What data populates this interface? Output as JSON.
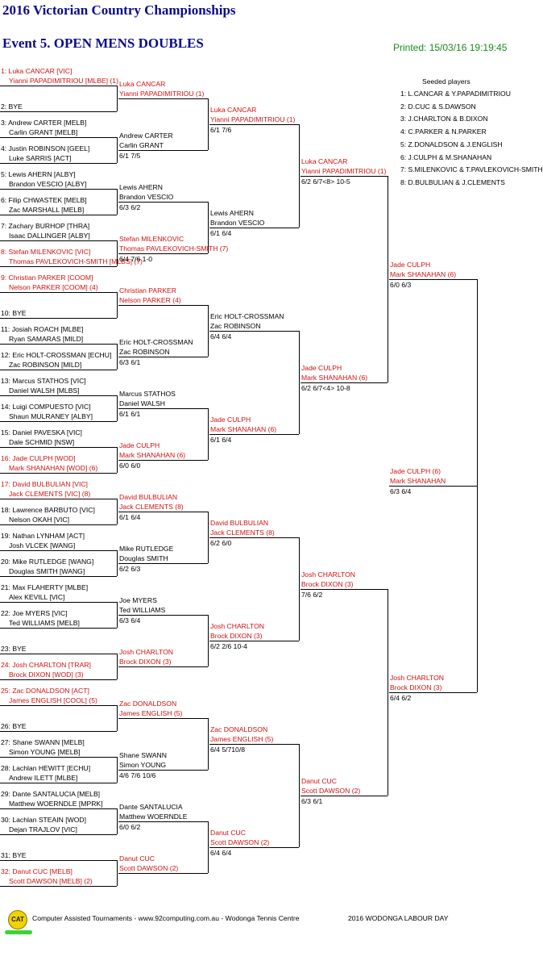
{
  "header": {
    "title": "2016 Victorian Country Championships",
    "event": "Event 5. OPEN MENS DOUBLES",
    "printed": "Printed: 15/03/16 19:19:45"
  },
  "draw": {
    "round1": [
      {
        "n": 1,
        "red": true,
        "l1": "1: Luka CANCAR [VIC]",
        "l2": "Yianni PAPADIMITRIOU [MLBE] (1)"
      },
      {
        "n": 2,
        "red": false,
        "l1": "",
        "l2": "2: BYE"
      },
      {
        "n": 3,
        "red": false,
        "l1": "3: Andrew CARTER [MELB]",
        "l2": "Carlin GRANT [MELB]"
      },
      {
        "n": 4,
        "red": false,
        "l1": "4: Justin ROBINSON [GEEL]",
        "l2": "Luke SARRIS [ACT]"
      },
      {
        "n": 5,
        "red": false,
        "l1": "5: Lewis AHERN [ALBY]",
        "l2": "Brandon VESCIO [ALBY]"
      },
      {
        "n": 6,
        "red": false,
        "l1": "6: Filip CHWASTEK [MELB]",
        "l2": "Zac MARSHALL [MELB]"
      },
      {
        "n": 7,
        "red": false,
        "l1": "7: Zachary BURHOP [THRA]",
        "l2": "Isaac DALLINGER [ALBY]"
      },
      {
        "n": 8,
        "red": true,
        "l1": "8: Stefan MILENKOVIC [VIC]",
        "l2": "Thomas PAVLEKOVICH-SMITH [MLBS] (7)"
      },
      {
        "n": 9,
        "red": true,
        "l1": "9: Christian PARKER [COOM]",
        "l2": "Nelson PARKER [COOM] (4)"
      },
      {
        "n": 10,
        "red": false,
        "l1": "",
        "l2": "10: BYE"
      },
      {
        "n": 11,
        "red": false,
        "l1": "11: Josiah ROACH [MLBE]",
        "l2": "Ryan SAMARAS [MILD]"
      },
      {
        "n": 12,
        "red": false,
        "l1": "12: Eric HOLT-CROSSMAN [ECHU]",
        "l2": "Zac ROBINSON [MILD]"
      },
      {
        "n": 13,
        "red": false,
        "l1": "13: Marcus STATHOS [VIC]",
        "l2": "Daniel WALSH [MLBS]"
      },
      {
        "n": 14,
        "red": false,
        "l1": "14: Luigi COMPUESTO [VIC]",
        "l2": "Shaun MULRANEY [ALBY]"
      },
      {
        "n": 15,
        "red": false,
        "l1": "15: Daniel PAVESKA [VIC]",
        "l2": "Dale SCHMID [NSW]"
      },
      {
        "n": 16,
        "red": true,
        "l1": "16: Jade CULPH [WOD]",
        "l2": "Mark SHANAHAN [WOD] (6)"
      },
      {
        "n": 17,
        "red": true,
        "l1": "17: David BULBULIAN [VIC]",
        "l2": "Jack CLEMENTS [VIC] (8)"
      },
      {
        "n": 18,
        "red": false,
        "l1": "18: Lawrence BARBUTO [VIC]",
        "l2": "Nelson OKAH [VIC]"
      },
      {
        "n": 19,
        "red": false,
        "l1": "19: Nathan LYNHAM [ACT]",
        "l2": "Josh VLCEK [WANG]"
      },
      {
        "n": 20,
        "red": false,
        "l1": "20: Mike RUTLEDGE [WANG]",
        "l2": "Douglas SMITH [WANG]"
      },
      {
        "n": 21,
        "red": false,
        "l1": "21: Max FLAHERTY [MLBE]",
        "l2": "Alex KEVILL [VIC]"
      },
      {
        "n": 22,
        "red": false,
        "l1": "22: Joe MYERS [VIC]",
        "l2": "Ted WILLIAMS [MELB]"
      },
      {
        "n": 23,
        "red": false,
        "l1": "",
        "l2": "23: BYE"
      },
      {
        "n": 24,
        "red": true,
        "l1": "24: Josh CHARLTON [TRAR]",
        "l2": "Brock DIXON [WOD] (3)"
      },
      {
        "n": 25,
        "red": true,
        "l1": "25: Zac DONALDSON [ACT]",
        "l2": "James ENGLISH [COOL] (5)"
      },
      {
        "n": 26,
        "red": false,
        "l1": "",
        "l2": "26: BYE"
      },
      {
        "n": 27,
        "red": false,
        "l1": "27: Shane SWANN [MELB]",
        "l2": "Simon YOUNG [MELB]"
      },
      {
        "n": 28,
        "red": false,
        "l1": "28: Lachlan HEWITT [ECHU]",
        "l2": "Andrew ILETT [MLBE]"
      },
      {
        "n": 29,
        "red": false,
        "l1": "29: Dante SANTALUCIA [MELB]",
        "l2": "Matthew WOERNDLE [MPRK]"
      },
      {
        "n": 30,
        "red": false,
        "l1": "30: Lachlan STEAIN [WOD]",
        "l2": "Dejan TRAJLOV [VIC]"
      },
      {
        "n": 31,
        "red": false,
        "l1": "",
        "l2": "31: BYE"
      },
      {
        "n": 32,
        "red": true,
        "l1": "32: Danut CUC [MELB]",
        "l2": "Scott DAWSON [MELB] (2)"
      }
    ],
    "round2": [
      {
        "red": true,
        "l1": "Luka CANCAR",
        "l2": "Yianni PAPADIMITRIOU (1)",
        "score": ""
      },
      {
        "red": false,
        "l1": "Andrew CARTER",
        "l2": "Carlin GRANT",
        "score": "6/1 7/5"
      },
      {
        "red": false,
        "l1": "Lewis AHERN",
        "l2": "Brandon VESCIO",
        "score": "6/3 6/2"
      },
      {
        "red": true,
        "l1": "Stefan MILENKOVIC",
        "l2": "Thomas PAVLEKOVICH-SMITH (7)",
        "score": "6/4 7/6 1-0"
      },
      {
        "red": true,
        "l1": "Christian PARKER",
        "l2": "Nelson PARKER (4)",
        "score": ""
      },
      {
        "red": false,
        "l1": "Eric HOLT-CROSSMAN",
        "l2": "Zac ROBINSON",
        "score": "6/3 6/1"
      },
      {
        "red": false,
        "l1": "Marcus STATHOS",
        "l2": "Daniel WALSH",
        "score": "6/1 6/1"
      },
      {
        "red": true,
        "l1": "Jade CULPH",
        "l2": "Mark SHANAHAN (6)",
        "score": "6/0 6/0"
      },
      {
        "red": true,
        "l1": "David BULBULIAN",
        "l2": "Jack CLEMENTS (8)",
        "score": "6/1 6/4"
      },
      {
        "red": false,
        "l1": "Mike RUTLEDGE",
        "l2": "Douglas SMITH",
        "score": "6/2 6/3"
      },
      {
        "red": false,
        "l1": "Joe MYERS",
        "l2": "Ted WILLIAMS",
        "score": "6/3 6/4"
      },
      {
        "red": true,
        "l1": "Josh CHARLTON",
        "l2": "Brock DIXON (3)",
        "score": ""
      },
      {
        "red": true,
        "l1": "Zac DONALDSON",
        "l2": "James ENGLISH (5)",
        "score": ""
      },
      {
        "red": false,
        "l1": "Shane SWANN",
        "l2": "Simon YOUNG",
        "score": "4/6 7/6 10/6"
      },
      {
        "red": false,
        "l1": "Dante SANTALUCIA",
        "l2": "Matthew WOERNDLE",
        "score": "6/0 6/2"
      },
      {
        "red": true,
        "l1": "Danut CUC",
        "l2": "Scott DAWSON (2)",
        "score": ""
      }
    ],
    "round3": [
      {
        "red": true,
        "l1": "Luka CANCAR",
        "l2": "Yianni PAPADIMITRIOU (1)",
        "score": "6/1 7/6"
      },
      {
        "red": false,
        "l1": "Lewis AHERN",
        "l2": "Brandon VESCIO",
        "score": "6/1 6/4"
      },
      {
        "red": false,
        "l1": "Eric HOLT-CROSSMAN",
        "l2": "Zac ROBINSON",
        "score": "6/4 6/4"
      },
      {
        "red": true,
        "l1": "Jade CULPH",
        "l2": "Mark SHANAHAN (6)",
        "score": "6/1 6/4"
      },
      {
        "red": true,
        "l1": "David BULBULIAN",
        "l2": "Jack CLEMENTS (8)",
        "score": "6/2 6/0"
      },
      {
        "red": true,
        "l1": "Josh CHARLTON",
        "l2": "Brock DIXON (3)",
        "score": "6/2 2/6 10-4"
      },
      {
        "red": true,
        "l1": "Zac DONALDSON",
        "l2": "James ENGLISH (5)",
        "score": "6/4 5/710/8"
      },
      {
        "red": true,
        "l1": "Danut CUC",
        "l2": "Scott DAWSON (2)",
        "score": "6/4 6/4"
      }
    ],
    "round4": [
      {
        "red": true,
        "l1": "Luka CANCAR",
        "l2": "Yianni PAPADIMITRIOU (1)",
        "score": "6/2 6/7<8> 10-5"
      },
      {
        "red": true,
        "l1": "Jade CULPH",
        "l2": "Mark SHANAHAN (6)",
        "score": "6/2 6/7<4> 10-8"
      },
      {
        "red": true,
        "l1": "Josh CHARLTON",
        "l2": "Brock DIXON (3)",
        "score": "7/6 6/2"
      },
      {
        "red": true,
        "l1": "Danut CUC",
        "l2": "Scott DAWSON (2)",
        "score": "6/3 6/1"
      }
    ],
    "round5": [
      {
        "red": true,
        "l1": "Jade CULPH",
        "l2": "Mark SHANAHAN (6)",
        "score": "6/0 6/3"
      },
      {
        "red": true,
        "l1": "Josh CHARLTON",
        "l2": "Brock DIXON (3)",
        "score": "6/4 6/2"
      }
    ],
    "final": {
      "red": true,
      "l1": "Jade CULPH (6)",
      "l2": "Mark SHANAHAN",
      "score": "6/3 6/4"
    }
  },
  "seeds": {
    "heading": "Seeded players",
    "items": [
      "1: L.CANCAR & Y.PAPADIMITRIOU",
      "2: D.CUC & S.DAWSON",
      "3: J.CHARLTON & B.DIXON",
      "4: C.PARKER & N.PARKER",
      "5: Z.DONALDSON & J.ENGLISH",
      "6: J.CULPH & M.SHANAHAN",
      "7: S.MILENKOVIC & T.PAVLEKOVICH-SMITH",
      "8: D.BULBULIAN & J.CLEMENTS"
    ]
  },
  "footer": {
    "logo_text": "CAT",
    "text": "Computer Assisted Tournaments - www.92computing.com.au -  Wodonga Tennis Centre",
    "event": "2016 WODONGA LABOUR DAY"
  },
  "colors": {
    "title": "#0b0b8c",
    "winner": "#d01010",
    "printed": "#1a8a1a",
    "line": "#000000"
  }
}
